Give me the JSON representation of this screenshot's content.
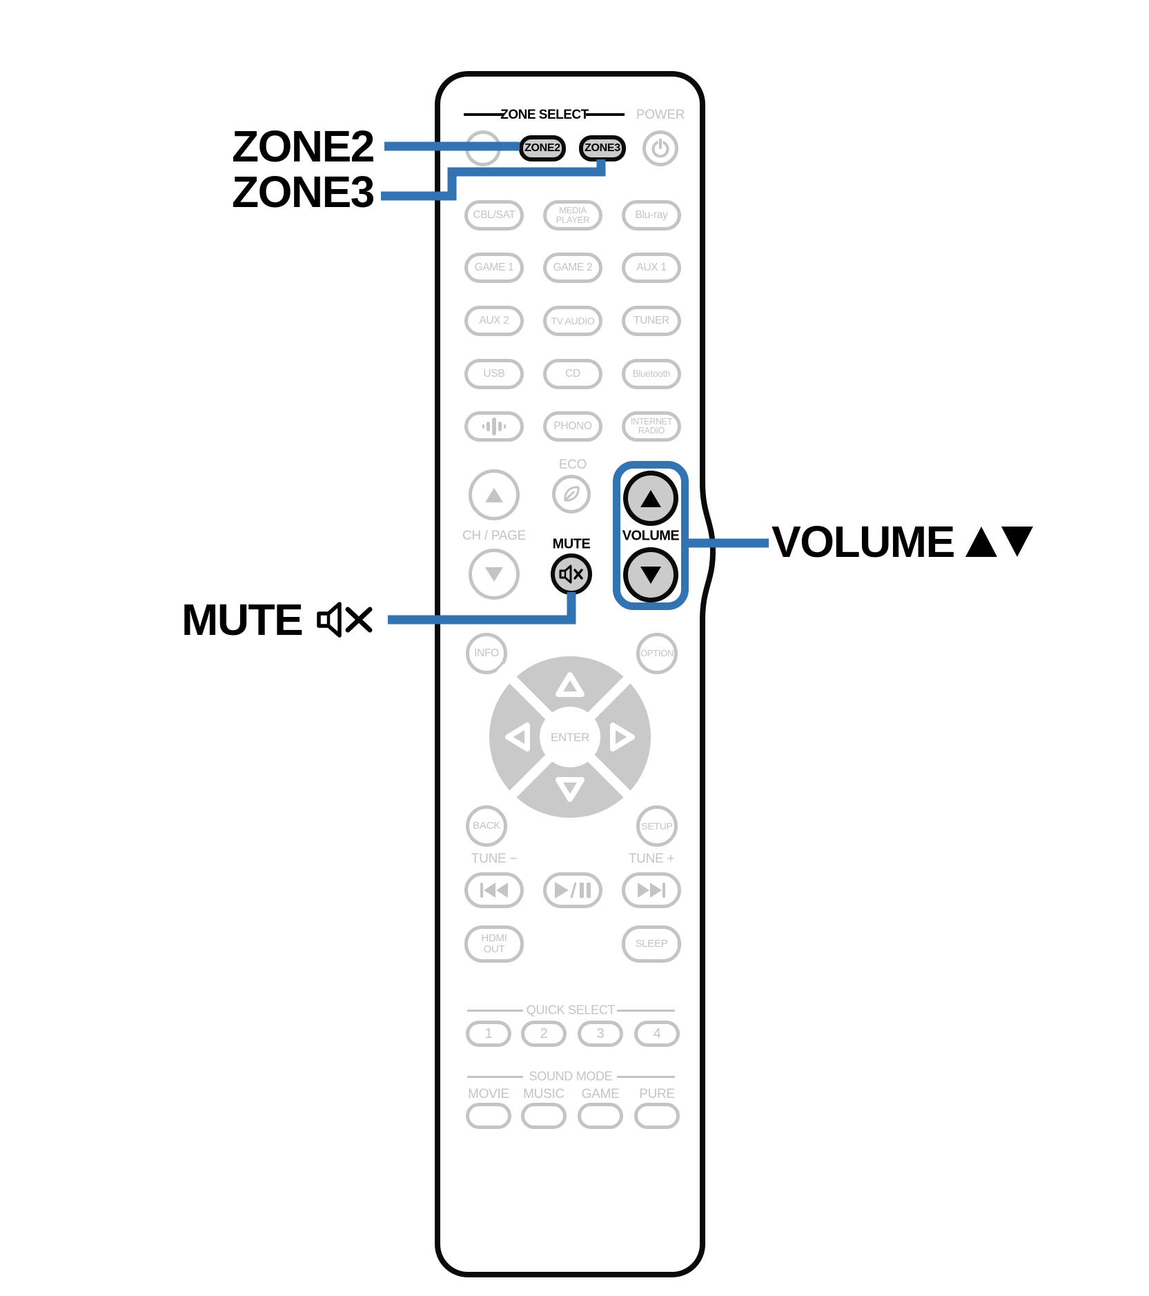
{
  "colors": {
    "accent_blue": "#3173b3",
    "button_gray": "#c4c4c4",
    "button_fill_gray": "#cbcbcb",
    "outline_black": "#0a0a0a"
  },
  "callouts": {
    "zone2": "ZONE2",
    "zone3": "ZONE3",
    "mute": "MUTE",
    "volume": "VOLUME"
  },
  "icons": {
    "callout_mute": "mute-speaker-x-icon",
    "callout_volume_up": "volume-up-triangle-icon",
    "callout_volume_down": "volume-down-triangle-icon",
    "power": "power-icon",
    "eco": "eco-leaf-icon",
    "music_source": "equalizer-bars-icon",
    "skip_back": "skip-back-icon",
    "play_pause": "play-pause-icon",
    "skip_forward": "skip-forward-icon"
  },
  "remote": {
    "zone_select_header": "ZONE SELECT",
    "power_label": "POWER",
    "zone2_button": "ZONE2",
    "zone3_button": "ZONE3",
    "sources": [
      [
        {
          "lines": [
            "CBL/SAT"
          ]
        },
        {
          "lines": [
            "MEDIA",
            "PLAYER"
          ]
        },
        {
          "lines": [
            "Blu-ray"
          ]
        }
      ],
      [
        {
          "lines": [
            "GAME 1"
          ]
        },
        {
          "lines": [
            "GAME 2"
          ]
        },
        {
          "lines": [
            "AUX 1"
          ]
        }
      ],
      [
        {
          "lines": [
            "AUX 2"
          ]
        },
        {
          "lines": [
            "TV AUDIO"
          ]
        },
        {
          "lines": [
            "TUNER"
          ]
        }
      ],
      [
        {
          "lines": [
            "USB"
          ]
        },
        {
          "lines": [
            "CD"
          ]
        },
        {
          "lines": [
            "Bluetooth"
          ]
        }
      ],
      [
        {
          "lines": [
            ""
          ]
        },
        {
          "lines": [
            "PHONO"
          ]
        },
        {
          "lines": [
            "INTERNET",
            "RADIO"
          ]
        }
      ]
    ],
    "eco_label": "ECO",
    "ch_page_label": "CH / PAGE",
    "mute_label": "MUTE",
    "volume_label": "VOLUME",
    "info": "INFO",
    "option": "OPTION",
    "enter": "ENTER",
    "back": "BACK",
    "setup": "SETUP",
    "tune_minus": "TUNE −",
    "tune_plus": "TUNE +",
    "hdmi_out_lines": [
      "HDMI",
      "OUT"
    ],
    "sleep": "SLEEP",
    "quick_select_header": "QUICK SELECT",
    "quick_select": [
      "1",
      "2",
      "3",
      "4"
    ],
    "sound_mode_header": "SOUND MODE",
    "sound_modes": [
      "MOVIE",
      "MUSIC",
      "GAME",
      "PURE"
    ]
  }
}
